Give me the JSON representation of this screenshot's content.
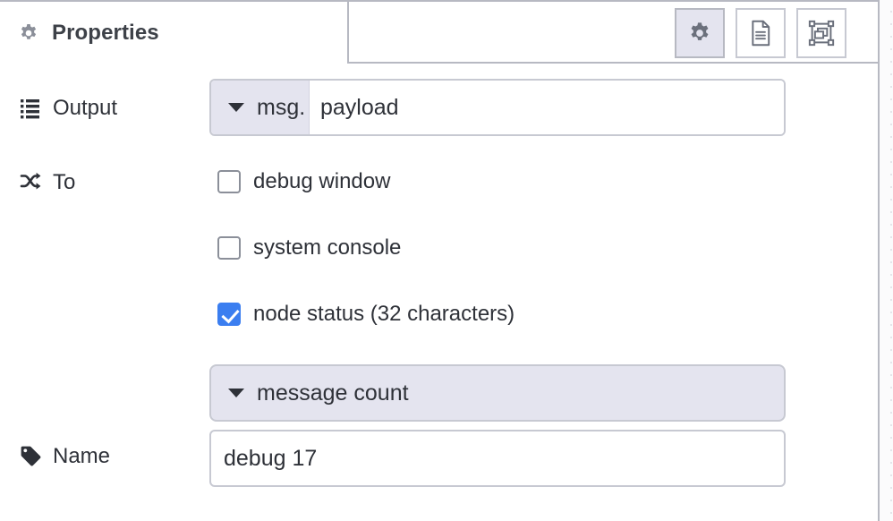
{
  "panel": {
    "tab": {
      "label": "Properties",
      "icon": "gear-icon"
    },
    "toolbar": [
      {
        "name": "properties-tab-button",
        "icon": "gear-icon",
        "active": true
      },
      {
        "name": "description-tab-button",
        "icon": "document-icon",
        "active": false
      },
      {
        "name": "appearance-tab-button",
        "icon": "appearance-icon",
        "active": false
      }
    ]
  },
  "form": {
    "output": {
      "label": "Output",
      "icon": "list-icon",
      "type_prefix": "msg.",
      "value": "payload"
    },
    "to": {
      "label": "To",
      "icon": "shuffle-icon",
      "options": [
        {
          "label": "debug window",
          "checked": false
        },
        {
          "label": "system console",
          "checked": false
        },
        {
          "label": "node status (32 characters)",
          "checked": true
        }
      ],
      "status_select": "message count"
    },
    "name": {
      "label": "Name",
      "icon": "tag-icon",
      "value": "debug 17"
    }
  },
  "colors": {
    "accent_checkbox": "#3b7ef0",
    "lavender_fill": "#e4e4ef",
    "border": "#c7c9d2",
    "text": "#2e3138"
  }
}
